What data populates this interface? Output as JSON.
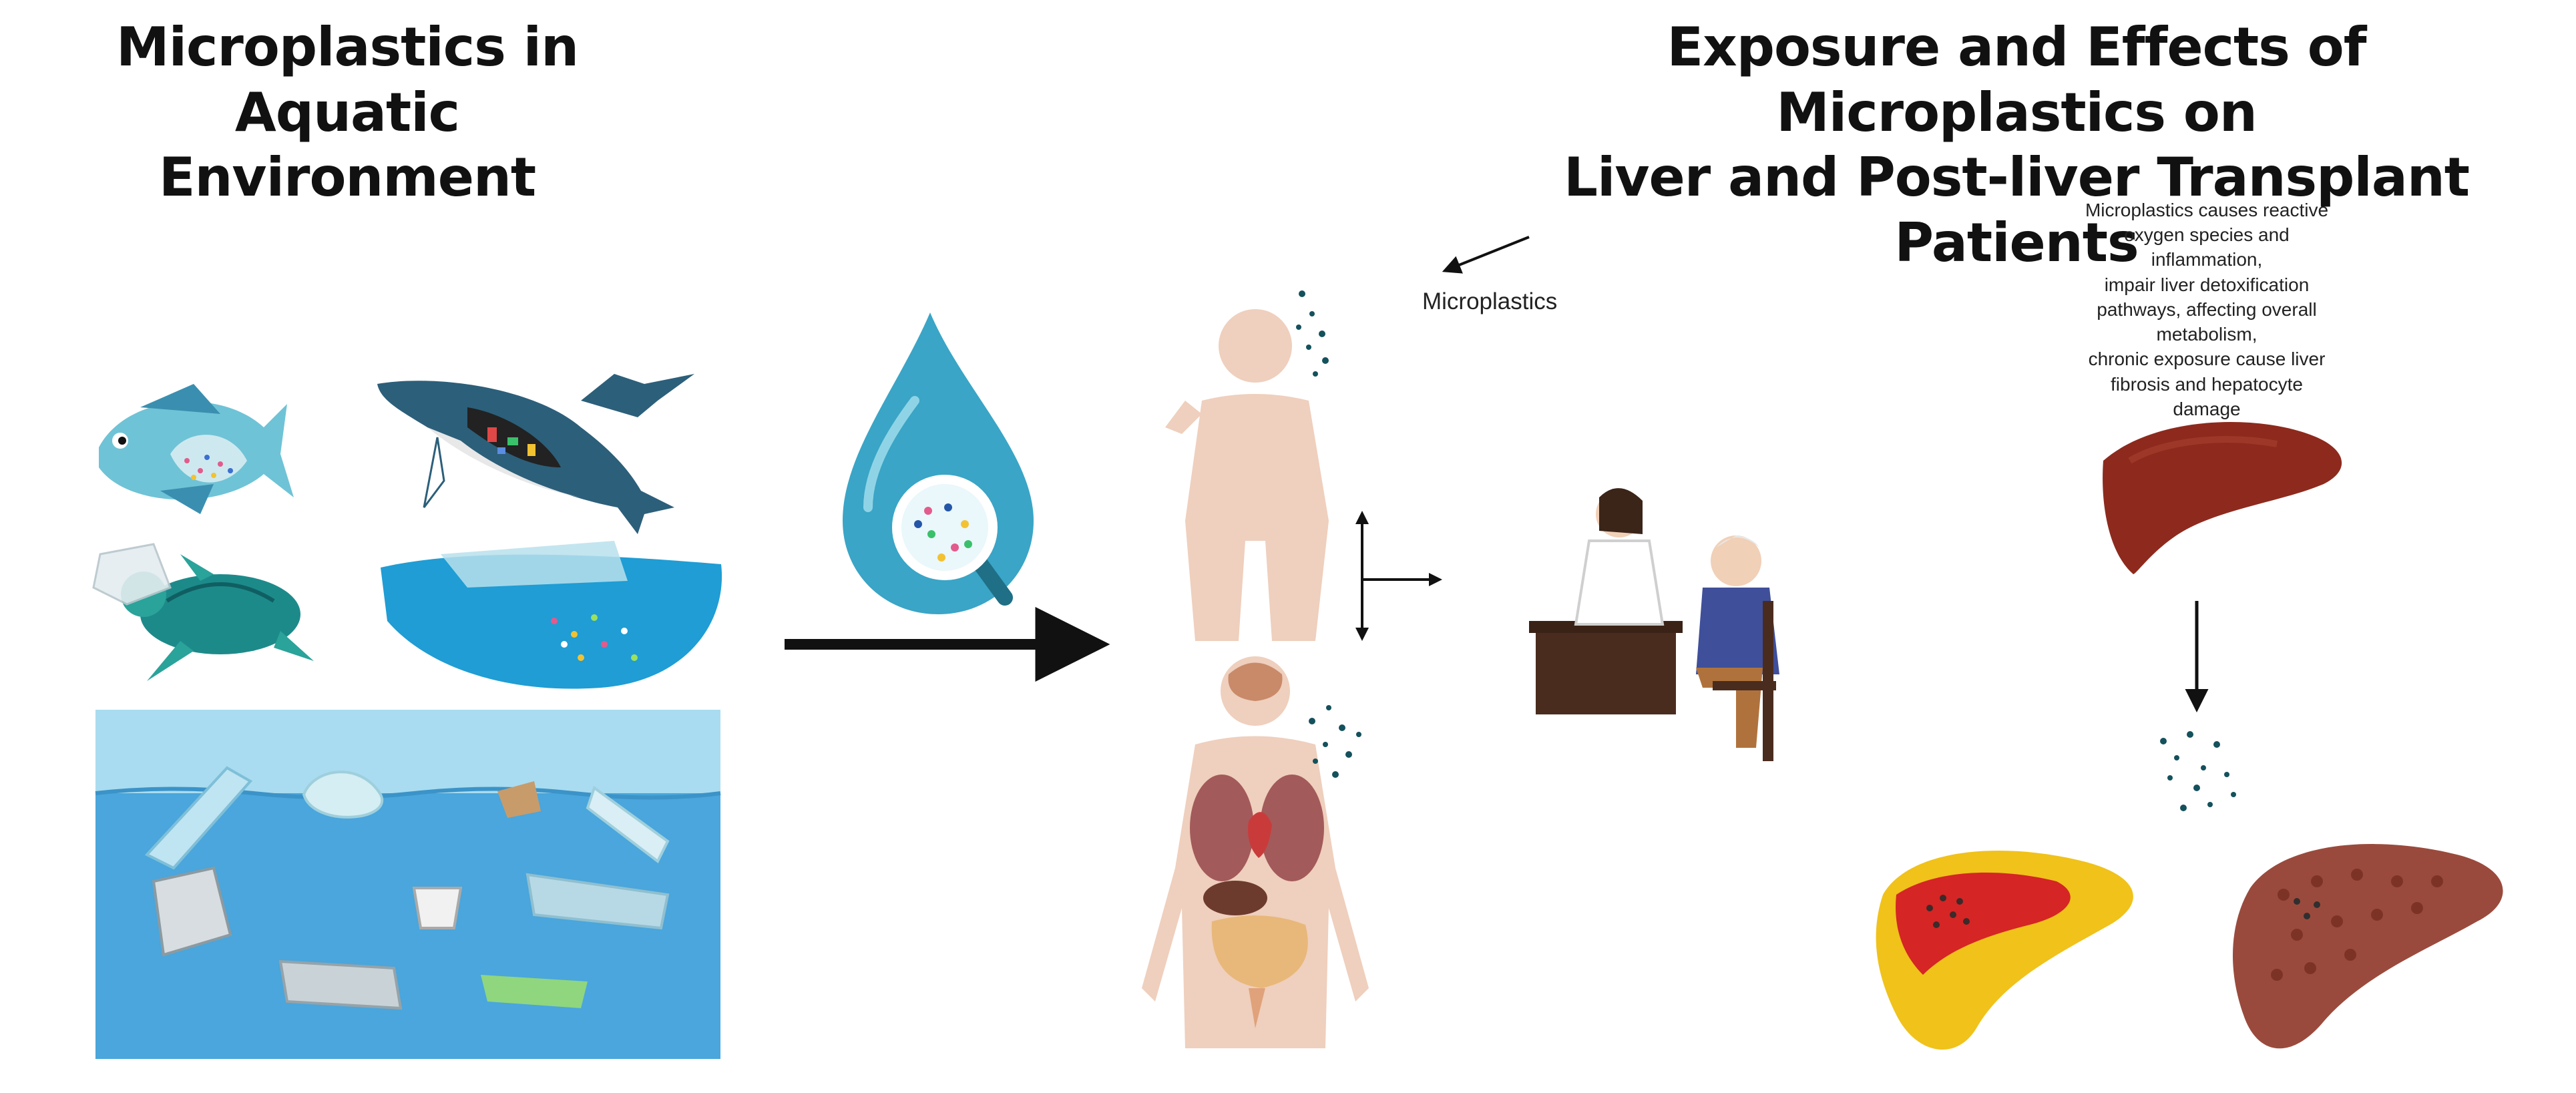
{
  "left_title": [
    "Microplastics in Aquatic",
    "Environment"
  ],
  "right_title": [
    "Exposure and Effects of Microplastics on",
    "Liver and Post-liver Transplant Patients"
  ],
  "microplastics_label": "Microplastics",
  "effects_note": [
    "Microplastics causes reactive",
    "oxygen species and inflammation,",
    "impair liver detoxification",
    "pathways, affecting overall",
    "metabolism,",
    "chronic exposure cause liver",
    "fibrosis and hepatocyte damage"
  ],
  "colors": {
    "ocean": "#4aa6dc",
    "sky": "#a9dcf0",
    "skin": "#efcfbd",
    "liver_healthy": "#8d2a1d",
    "liver_fatty": "#f0c21a",
    "liver_inflamed": "#d52525",
    "liver_cirrhotic": "#9a4a3c",
    "particles": "#14515c"
  },
  "icons": [
    "fish-icon",
    "whale-icon",
    "sea-turtle-icon",
    "plastic-bag-icon",
    "wave-icon",
    "polluted-ocean-icon",
    "water-drop-icon",
    "magnifier-icon",
    "human-silhouette-icon",
    "human-anatomy-icon",
    "doctor-patient-icon",
    "healthy-liver-icon",
    "fatty-liver-icon",
    "cirrhotic-liver-icon",
    "microplastic-particles-icon"
  ]
}
